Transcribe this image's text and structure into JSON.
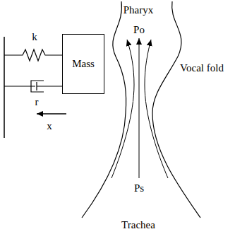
{
  "diagram": {
    "nodes": [
      {
        "text": [
          "Mass"
        ]
      }
    ],
    "labels": [
      "Pharyx",
      "Po",
      "Vocal fold",
      "k",
      "r",
      "x",
      "Ps",
      "Trachea"
    ]
  }
}
